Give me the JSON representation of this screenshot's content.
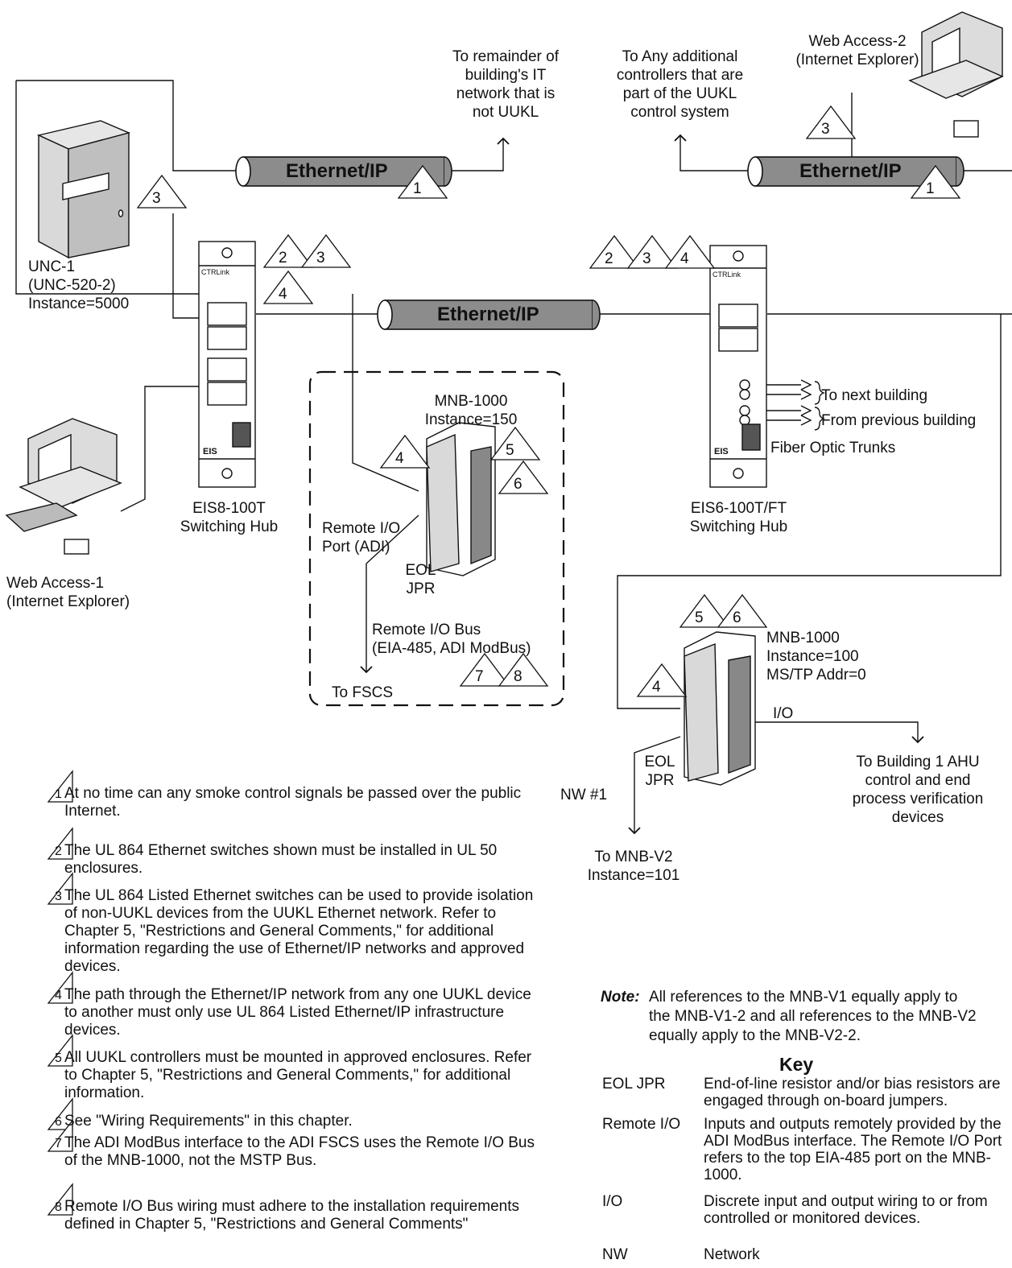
{
  "labels": {
    "web_access_2": "Web Access-2\n(Internet Explorer)",
    "it_network": "To remainder of\nbuilding's IT\nnetwork that is\nnot UUKL",
    "additional_controllers": "To Any additional\ncontrollers that are\npart of the UUKL\ncontrol system",
    "unc1": "UNC-1\n(UNC-520-2)\nInstance=5000",
    "web_access_1": "Web Access-1\n(Internet Explorer)",
    "eis8": "EIS8-100T\nSwitching Hub",
    "eis6": "EIS6-100T/FT\nSwitching Hub",
    "mnb_top": "MNB-1000\nInstance=150",
    "remote_io_port": "Remote I/O\nPort (ADI)",
    "eol_jpr_1": "EOL\nJPR",
    "remote_io_bus": "Remote I/O Bus\n(EIA-485, ADI ModBus)",
    "to_fscs": "To FSCS",
    "to_next_building": "To next building",
    "from_previous_building": "From previous building",
    "fiber_optic": "Fiber Optic Trunks",
    "mnb_bottom": "MNB-1000\nInstance=100\nMS/TP Addr=0",
    "io": "I/O",
    "to_ahu": "To Building 1 AHU\ncontrol and end\nprocess verification\ndevices",
    "eol_jpr_2": "EOL\nJPR",
    "nw1": "NW #1",
    "to_mnb_v2": "To MNB-V2\nInstance=101",
    "pipe_1": "Ethernet/IP",
    "pipe_2": "Ethernet/IP",
    "pipe_3": "Ethernet/IP",
    "hub_brand": "CTRLink",
    "hub_model": "EIS"
  },
  "notes": [
    {
      "num": "1",
      "text": "At no time can any smoke control signals be passed over the public Internet."
    },
    {
      "num": "2",
      "text": "The UL 864 Ethernet switches shown must be installed in UL 50 enclosures."
    },
    {
      "num": "3",
      "text": "The UL 864 Listed Ethernet switches can be used to provide isolation of non-UUKL devices from the UUKL Ethernet network. Refer to Chapter 5, \"Restrictions and General Comments,\" for additional information regarding the use of Ethernet/IP networks and approved devices."
    },
    {
      "num": "4",
      "text": "The path through the Ethernet/IP network from any one UUKL device to another must only use UL 864 Listed Ethernet/IP infrastructure devices."
    },
    {
      "num": "5",
      "text": "All UUKL controllers must be mounted in approved enclosures. Refer to Chapter 5, \"Restrictions and General Comments,\" for additional information."
    },
    {
      "num": "6",
      "text": "See \"Wiring Requirements\" in this chapter."
    },
    {
      "num": "7",
      "text": "The ADI ModBus interface to the ADI FSCS uses the Remote I/O Bus of the MNB-1000, not the MSTP Bus."
    },
    {
      "num": "8",
      "text": "Remote I/O Bus wiring must adhere to the installation requirements defined in Chapter 5, \"Restrictions and General Comments\""
    }
  ],
  "note_block": {
    "label": "Note:",
    "text": "All references to the MNB-V1 equally apply to\nthe MNB-V1-2 and all references to the MNB-V2\nequally apply to the MNB-V2-2."
  },
  "key": {
    "title": "Key",
    "items": [
      {
        "term": "EOL JPR",
        "def": "End-of-line resistor and/or bias resistors are engaged through on-board jumpers."
      },
      {
        "term": "Remote I/O",
        "def": "Inputs and outputs remotely provided by the ADI ModBus interface. The Remote I/O Port refers to the top EIA-485 port on the MNB-1000."
      },
      {
        "term": "I/O",
        "def": "Discrete input and output wiring to or from controlled or monitored devices."
      },
      {
        "term": "NW",
        "def": "Network"
      }
    ]
  },
  "markers": [
    "1",
    "1",
    "3",
    "3",
    "2",
    "3",
    "4",
    "2",
    "3",
    "4",
    "4",
    "5",
    "6",
    "5",
    "6",
    "4",
    "7",
    "8"
  ],
  "colors": {
    "pipe": "#8c8c8c",
    "line": "#111111",
    "cabinet": "#bfbfbf",
    "monitor": "#dcdcdc"
  }
}
